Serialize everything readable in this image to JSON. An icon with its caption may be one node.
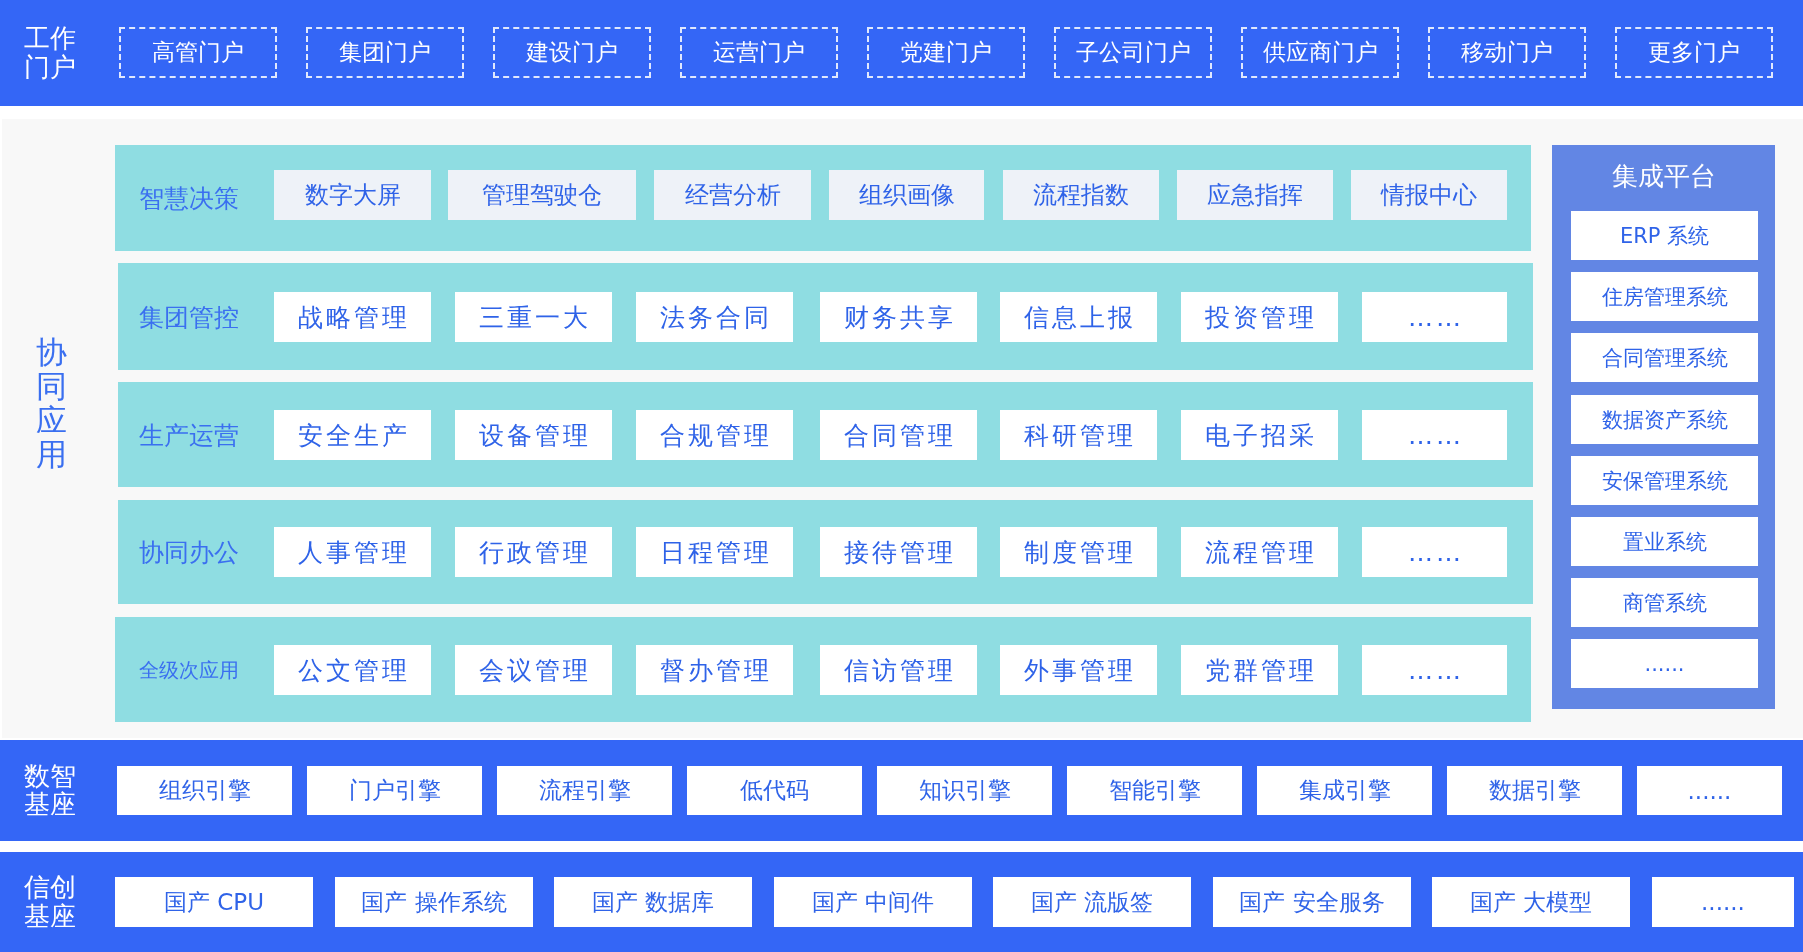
{
  "diagram": {
    "nodes": [
      {
        "text": [
          "工作门户"
        ]
      },
      {
        "text": [
          "高管门户"
        ],
        "in": 0
      },
      {
        "text": [
          "集团门户"
        ],
        "in": 0
      },
      {
        "text": [
          "建设门户"
        ],
        "in": 0
      },
      {
        "text": [
          "运营门户"
        ],
        "in": 0
      },
      {
        "text": [
          "党建门户"
        ],
        "in": 0
      },
      {
        "text": [
          "子公司门户"
        ],
        "in": 0
      },
      {
        "text": [
          "供应商门户"
        ],
        "in": 0
      },
      {
        "text": [
          "移动门户"
        ],
        "in": 0
      },
      {
        "text": [
          "更多门户"
        ],
        "in": 0
      },
      {
        "text": [
          "协同应用"
        ]
      },
      {
        "text": [
          "智慧决策"
        ],
        "in": 10
      },
      {
        "text": [
          "数字大屏"
        ],
        "in": 11
      },
      {
        "text": [
          "管理驾驶仓"
        ],
        "in": 11
      },
      {
        "text": [
          "经营分析"
        ],
        "in": 11
      },
      {
        "text": [
          "组织画像"
        ],
        "in": 11
      },
      {
        "text": [
          "流程指数"
        ],
        "in": 11
      },
      {
        "text": [
          "应急指挥"
        ],
        "in": 11
      },
      {
        "text": [
          "情报中心"
        ],
        "in": 11
      },
      {
        "text": [
          "集团管控"
        ],
        "in": 10
      },
      {
        "text": [
          "战略管理"
        ],
        "in": 19
      },
      {
        "text": [
          "三重一大"
        ],
        "in": 19
      },
      {
        "text": [
          "法务合同"
        ],
        "in": 19
      },
      {
        "text": [
          "财务共享"
        ],
        "in": 19
      },
      {
        "text": [
          "信息上报"
        ],
        "in": 19
      },
      {
        "text": [
          "投资管理"
        ],
        "in": 19
      },
      {
        "text": [
          "……"
        ],
        "in": 19
      },
      {
        "text": [
          "生产运营"
        ],
        "in": 10
      },
      {
        "text": [
          "安全生产"
        ],
        "in": 27
      },
      {
        "text": [
          "设备管理"
        ],
        "in": 27
      },
      {
        "text": [
          "合规管理"
        ],
        "in": 27
      },
      {
        "text": [
          "合同管理"
        ],
        "in": 27
      },
      {
        "text": [
          "科研管理"
        ],
        "in": 27
      },
      {
        "text": [
          "电子招采"
        ],
        "in": 27
      },
      {
        "text": [
          "……"
        ],
        "in": 27
      },
      {
        "text": [
          "协同办公"
        ],
        "in": 10
      },
      {
        "text": [
          "人事管理"
        ],
        "in": 35
      },
      {
        "text": [
          "行政管理"
        ],
        "in": 35
      },
      {
        "text": [
          "日程管理"
        ],
        "in": 35
      },
      {
        "text": [
          "接待管理"
        ],
        "in": 35
      },
      {
        "text": [
          "制度管理"
        ],
        "in": 35
      },
      {
        "text": [
          "流程管理"
        ],
        "in": 35
      },
      {
        "text": [
          "……"
        ],
        "in": 35
      },
      {
        "text": [
          "全级次应用"
        ],
        "in": 10
      },
      {
        "text": [
          "公文管理"
        ],
        "in": 43
      },
      {
        "text": [
          "会议管理"
        ],
        "in": 43
      },
      {
        "text": [
          "督办管理"
        ],
        "in": 43
      },
      {
        "text": [
          "信访管理"
        ],
        "in": 43
      },
      {
        "text": [
          "外事管理"
        ],
        "in": 43
      },
      {
        "text": [
          "党群管理"
        ],
        "in": 43
      },
      {
        "text": [
          "……"
        ],
        "in": 43
      },
      {
        "text": [
          "集成平台"
        ],
        "in": 10
      },
      {
        "text": [
          "ERP 系统"
        ],
        "in": 51
      },
      {
        "text": [
          "住房管理系统"
        ],
        "in": 51
      },
      {
        "text": [
          "合同管理系统"
        ],
        "in": 51
      },
      {
        "text": [
          "数据资产系统"
        ],
        "in": 51
      },
      {
        "text": [
          "安保管理系统"
        ],
        "in": 51
      },
      {
        "text": [
          "置业系统"
        ],
        "in": 51
      },
      {
        "text": [
          "商管系统"
        ],
        "in": 51
      },
      {
        "text": [
          "......"
        ],
        "in": 51
      },
      {
        "text": [
          "数智基座"
        ]
      },
      {
        "text": [
          "组织引擎"
        ],
        "in": 60
      },
      {
        "text": [
          "门户引擎"
        ],
        "in": 60
      },
      {
        "text": [
          "流程引擎"
        ],
        "in": 60
      },
      {
        "text": [
          "低代码"
        ],
        "in": 60
      },
      {
        "text": [
          "知识引擎"
        ],
        "in": 60
      },
      {
        "text": [
          "智能引擎"
        ],
        "in": 60
      },
      {
        "text": [
          "集成引擎"
        ],
        "in": 60
      },
      {
        "text": [
          "数据引擎"
        ],
        "in": 60
      },
      {
        "text": [
          "......"
        ],
        "in": 60
      },
      {
        "text": [
          "信创基座"
        ]
      },
      {
        "text": [
          "国产 CPU"
        ],
        "in": 70
      },
      {
        "text": [
          "国产 操作系统"
        ],
        "in": 70
      },
      {
        "text": [
          "国产 数据库"
        ],
        "in": 70
      },
      {
        "text": [
          "国产 中间件"
        ],
        "in": 70
      },
      {
        "text": [
          "国产 流版签"
        ],
        "in": 70
      },
      {
        "text": [
          "国产 安全服务"
        ],
        "in": 70
      },
      {
        "text": [
          "国产 大模型"
        ],
        "in": 70
      },
      {
        "text": [
          "......"
        ],
        "in": 70
      }
    ]
  }
}
